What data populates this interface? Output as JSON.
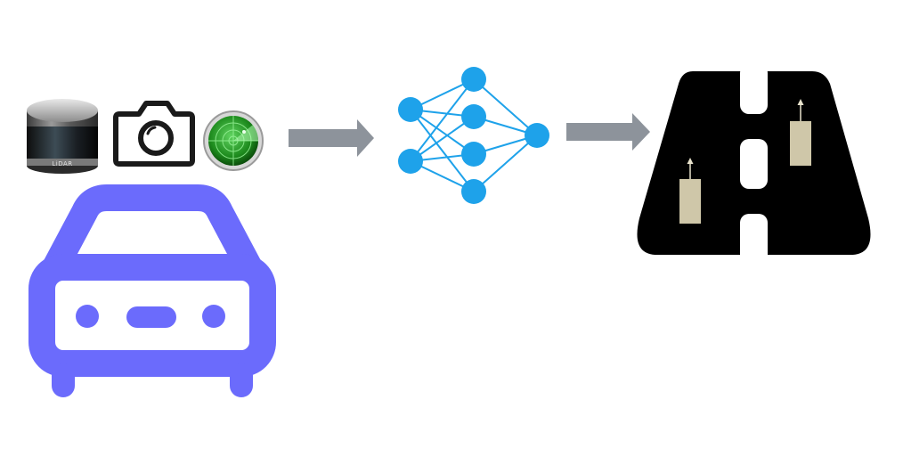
{
  "sensors": {
    "lidar": {
      "icon": "lidar-sensor-icon",
      "label": "LiDAR"
    },
    "camera": {
      "icon": "camera-icon"
    },
    "radar": {
      "icon": "radar-icon"
    }
  },
  "vehicle": {
    "icon": "car-icon",
    "color": "#6b6bfc"
  },
  "neural_network": {
    "icon": "neural-network-icon",
    "color": "#1ea2ea",
    "layers": [
      2,
      4,
      1
    ]
  },
  "output": {
    "icon": "road-with-vehicles-icon",
    "road_color": "#000000",
    "vehicle_box_color": "#cfc7a9"
  },
  "arrows": {
    "color": "#8d939b"
  }
}
